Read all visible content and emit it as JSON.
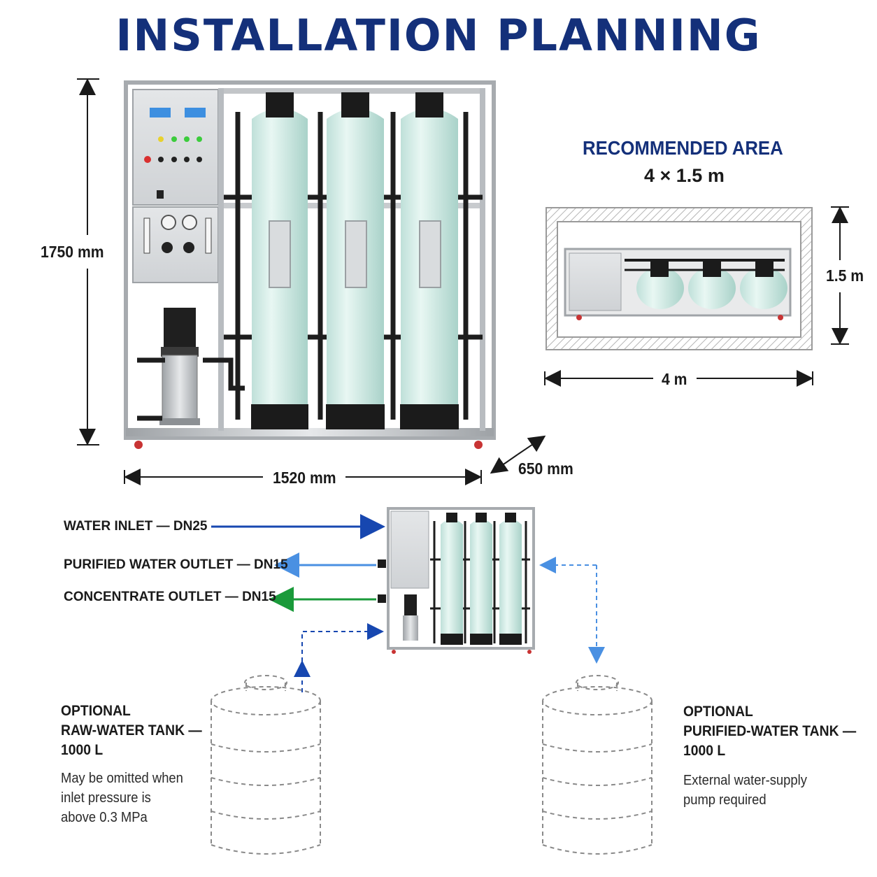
{
  "title": "INSTALLATION PLANNING",
  "unit": {
    "height_label": "1750 mm",
    "width_label": "1520 mm",
    "depth_label": "650 mm"
  },
  "recommended_area": {
    "title": "RECOMMENDED AREA",
    "size": "4 × 1.5 m",
    "length_label": "4 m",
    "width_label": "1.5 m"
  },
  "connections": {
    "water_inlet": "WATER INLET — DN25",
    "purified_outlet": "PURIFIED WATER OUTLET — DN15",
    "concentrate_outlet": "CONCENTRATE OUTLET — DN15"
  },
  "raw_tank": {
    "line1": "OPTIONAL",
    "line2": "RAW-WATER TANK —",
    "line3": "1000 L",
    "note": "May be omitted when inlet pressure is above 0.3 MPa"
  },
  "purified_tank": {
    "line1": "OPTIONAL",
    "line2": "PURIFIED-WATER TANK —",
    "line3": "1000 L",
    "note": "External water-supply pump required"
  },
  "colors": {
    "title": "#14307a",
    "inlet_arrow": "#1747b0",
    "purified_arrow": "#4a90e2",
    "concentrate_arrow": "#1a9a3a",
    "tank_mint": "#d7efea",
    "frame_steel": "#b8bcc0"
  }
}
